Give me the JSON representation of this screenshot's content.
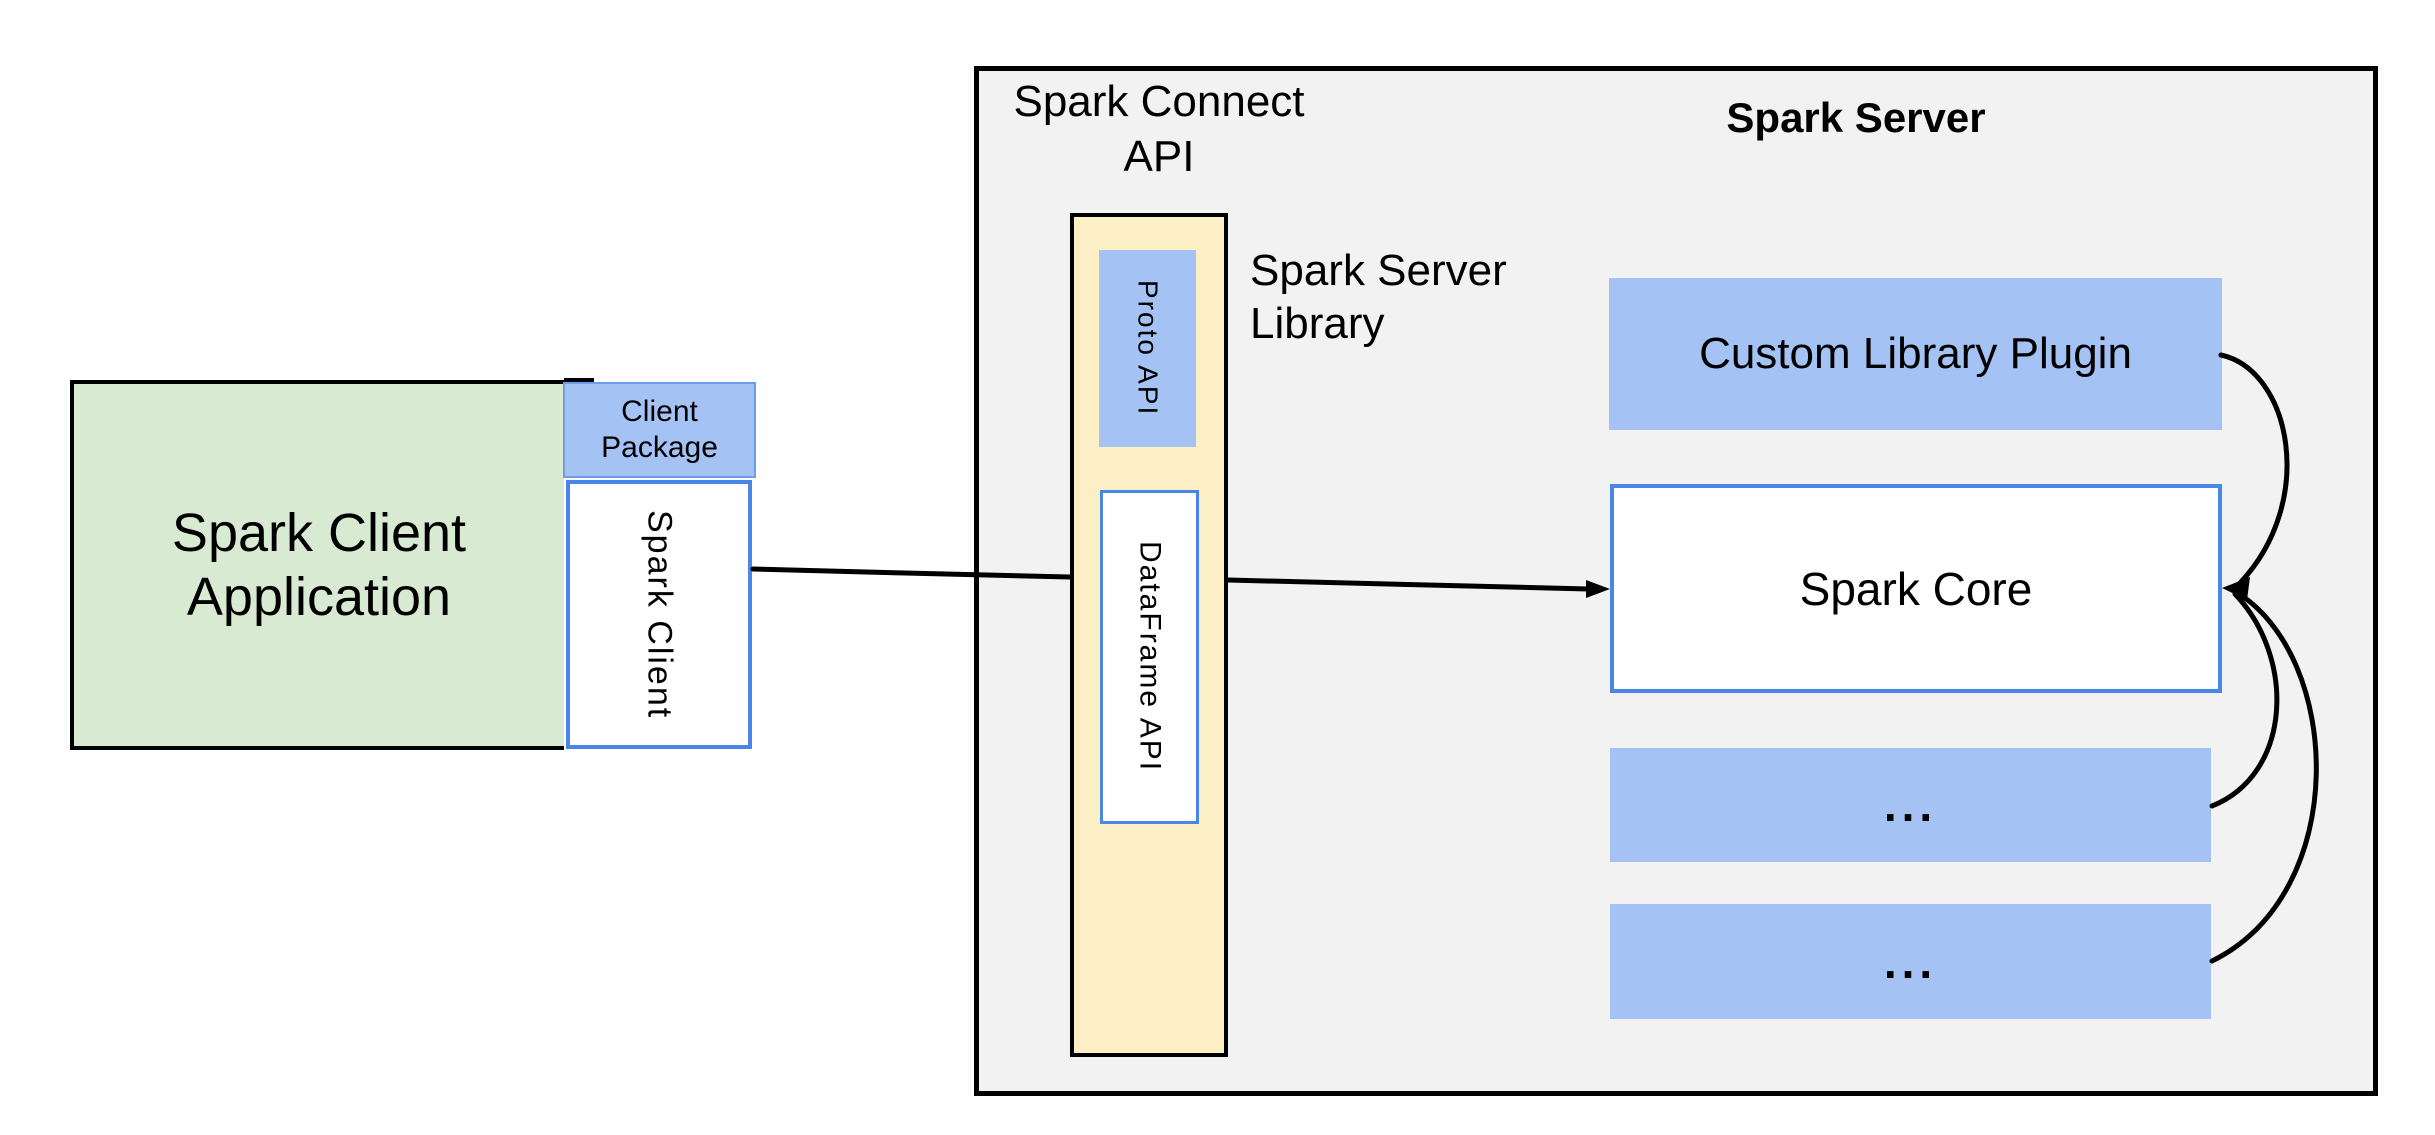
{
  "colors": {
    "panel_fill": "#f2f2f2",
    "panel_border": "#000000",
    "green_fill": "#d9ead3",
    "blue_fill": "#a4c2f4",
    "blue_border": "#4a86e8",
    "blue_border_soft": "#6d9eeb",
    "yellow_fill": "#fcefc5",
    "arrow": "#000000"
  },
  "client_group": {
    "app_box_label": "Spark Client\nApplication",
    "package_box_label": "Client\nPackage",
    "spark_client_label": "Spark Client"
  },
  "server_panel": {
    "connect_api_label": "Spark Connect\nAPI",
    "server_title": "Spark Server",
    "library_label": "Spark Server\nLibrary",
    "proto_api_label": "Proto API",
    "dataframe_api_label": "DataFrame API",
    "plugin_label": "Custom Library Plugin",
    "core_label": "Spark Core",
    "ellipsis_1": "...",
    "ellipsis_2": "..."
  }
}
